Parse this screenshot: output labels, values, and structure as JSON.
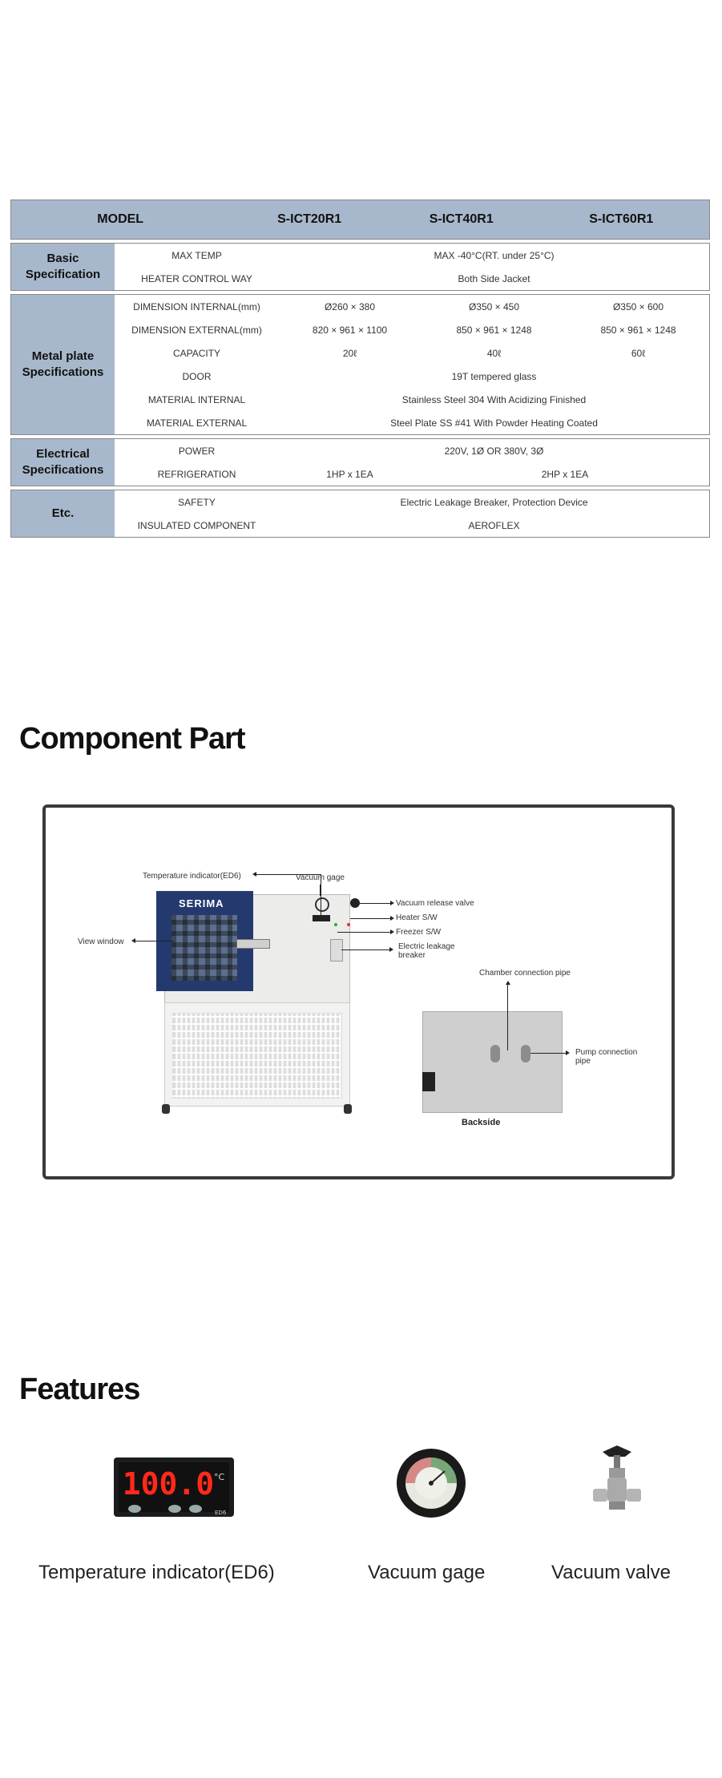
{
  "spec_table": {
    "header": {
      "model": "MODEL",
      "m1": "S-ICT20R1",
      "m2": "S-ICT40R1",
      "m3": "S-ICT60R1"
    },
    "groups": [
      {
        "label": "Basic Specification",
        "rows": [
          {
            "label": "MAX TEMP",
            "all": "MAX -40°C(RT. under 25°C)"
          },
          {
            "label": "HEATER CONTROL WAY",
            "all": "Both Side Jacket"
          }
        ]
      },
      {
        "label": "Metal plate Specifications",
        "rows": [
          {
            "label": "DIMENSION INTERNAL(mm)",
            "v1": "Ø260 × 380",
            "v2": "Ø350 × 450",
            "v3": "Ø350 × 600"
          },
          {
            "label": "DIMENSION EXTERNAL(mm)",
            "v1": "820 × 961 × 1100",
            "v2": "850 × 961 × 1248",
            "v3": "850 × 961 × 1248"
          },
          {
            "label": "CAPACITY",
            "v1": "20ℓ",
            "v2": "40ℓ",
            "v3": "60ℓ"
          },
          {
            "label": "DOOR",
            "all": "19T tempered glass"
          },
          {
            "label": "MATERIAL INTERNAL",
            "all": "Stainless Steel 304 With Acidizing Finished"
          },
          {
            "label": "MATERIAL EXTERNAL",
            "all": "Steel Plate SS #41 With Powder Heating Coated"
          }
        ]
      },
      {
        "label": "Electrical Specifications",
        "rows": [
          {
            "label": "POWER",
            "all": "220V, 1Ø OR 380V, 3Ø"
          },
          {
            "label": "REFRIGERATION",
            "v1": "1HP x 1EA",
            "v23": "2HP x 1EA"
          }
        ]
      },
      {
        "label": "Etc.",
        "rows": [
          {
            "label": "SAFETY",
            "all": "Electric Leakage Breaker, Protection Device"
          },
          {
            "label": "INSULATED COMPONENT",
            "all": "AEROFLEX"
          }
        ]
      }
    ]
  },
  "component_part": {
    "title": "Component Part",
    "brand": "SERIMA",
    "labels": {
      "temp_indicator": "Temperature indicator(ED6)",
      "vacuum_gage": "Vacuum gage",
      "vacuum_release": "Vacuum release valve",
      "heater_sw": "Heater S/W",
      "freezer_sw": "Freezer S/W",
      "leakage_breaker_1": "Electric leakage",
      "leakage_breaker_2": "breaker",
      "view_window": "View window",
      "chamber_pipe": "Chamber connection pipe",
      "pump_pipe_1": "Pump connection",
      "pump_pipe_2": "pipe",
      "backside": "Backside"
    }
  },
  "features": {
    "title": "Features",
    "display_value": "100.0",
    "display_unit": "°C",
    "display_model": "ED6",
    "items": [
      {
        "label": "Temperature  indicator(ED6)"
      },
      {
        "label": "Vacuum gage"
      },
      {
        "label": "Vacuum valve"
      }
    ]
  }
}
